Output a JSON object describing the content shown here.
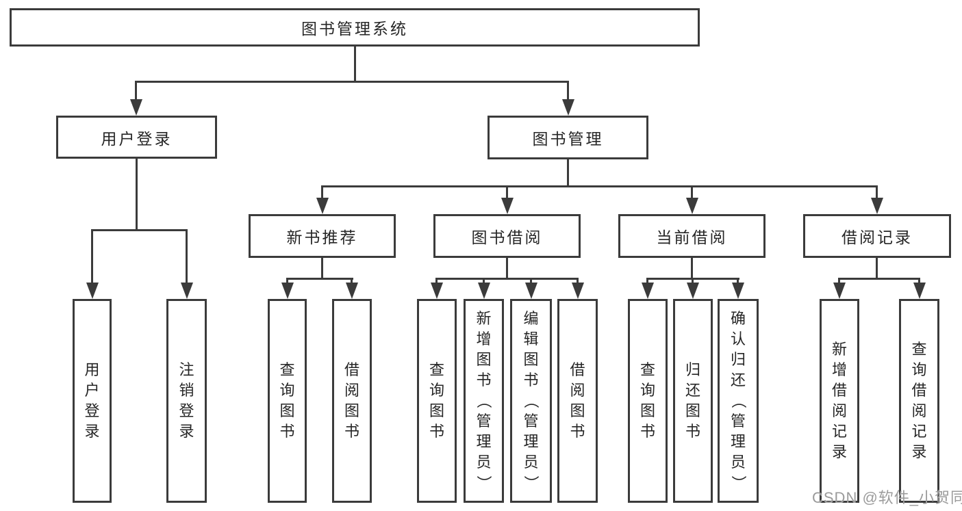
{
  "diagram": {
    "root": {
      "label": "图书管理系统"
    },
    "branches": [
      {
        "label": "用户登录",
        "children": [
          {
            "label": "用户登录"
          },
          {
            "label": "注销登录"
          }
        ]
      },
      {
        "label": "图书管理",
        "children": [
          {
            "label": "新书推荐",
            "children": [
              {
                "label": "查询图书"
              },
              {
                "label": "借阅图书"
              }
            ]
          },
          {
            "label": "图书借阅",
            "children": [
              {
                "label": "查询图书"
              },
              {
                "label": "新增图书（管理员）"
              },
              {
                "label": "编辑图书（管理员）"
              },
              {
                "label": "借阅图书"
              }
            ]
          },
          {
            "label": "当前借阅",
            "children": [
              {
                "label": "查询图书"
              },
              {
                "label": "归还图书"
              },
              {
                "label": "确认归还（管理员）"
              }
            ]
          },
          {
            "label": "借阅记录",
            "children": [
              {
                "label": "新增借阅记录"
              },
              {
                "label": "查询借阅记录"
              }
            ]
          }
        ]
      }
    ]
  },
  "watermark": {
    "text": "CSDN @软件_小贺同学"
  },
  "colors": {
    "line": "#3b3b3b",
    "text": "#262626",
    "watermark": "#9b9b9b",
    "bg": "#ffffff"
  }
}
